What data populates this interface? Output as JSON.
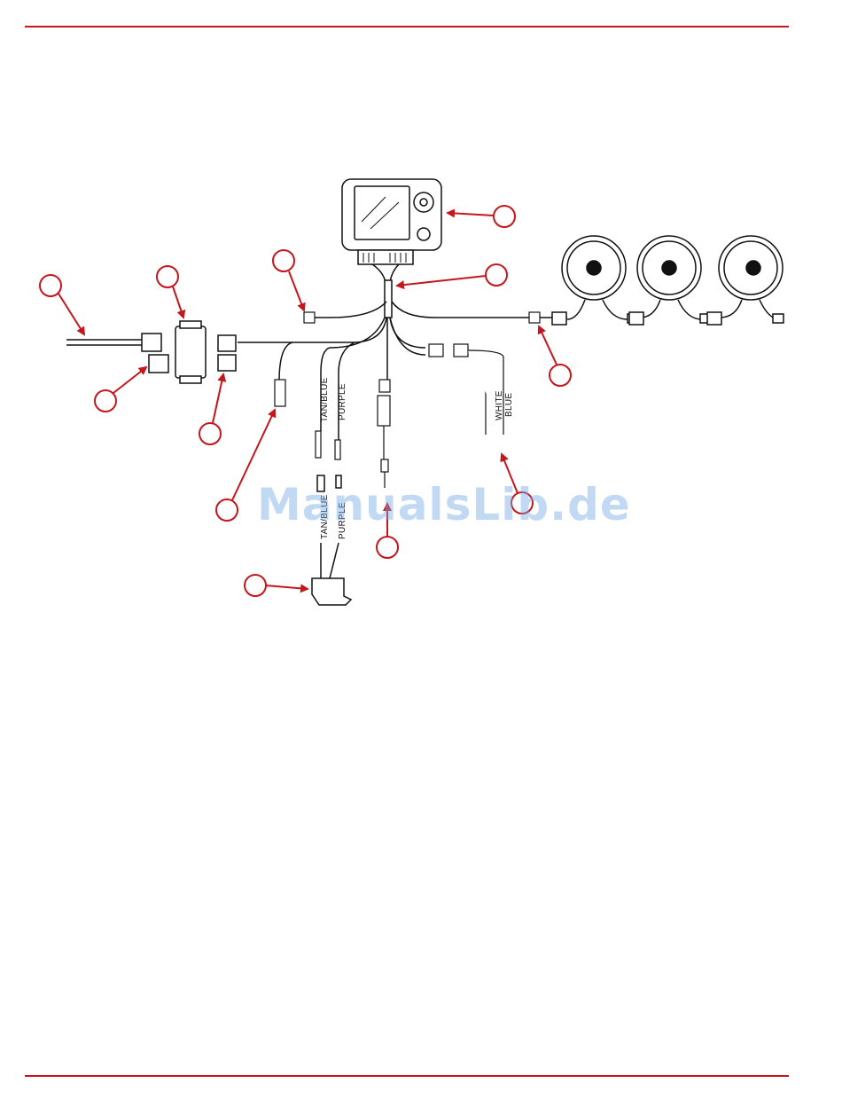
{
  "colors": {
    "rule": "#c4161c",
    "callout": "#c4161c",
    "line": "#111111",
    "watermark": "#9cc1ee"
  },
  "labels": {
    "tan_blue_upper": "TAN/BLUE",
    "purple_upper": "PURPLE",
    "tan_blue_lower": "TAN/BLUE",
    "purple_lower": "PURPLE",
    "white": "WHITE",
    "blue": "BLUE"
  },
  "watermark": "ManualsLib.de",
  "callouts": [
    {
      "id": "display-unit"
    },
    {
      "id": "connector-left"
    },
    {
      "id": "harness-junction"
    },
    {
      "id": "main-harness"
    },
    {
      "id": "junction-box"
    },
    {
      "id": "junction-plug"
    },
    {
      "id": "harness-plug"
    },
    {
      "id": "gauge-connector"
    },
    {
      "id": "pigtail-connector"
    },
    {
      "id": "white-blue-leads"
    },
    {
      "id": "sensor-lead"
    },
    {
      "id": "relay-connector"
    }
  ]
}
